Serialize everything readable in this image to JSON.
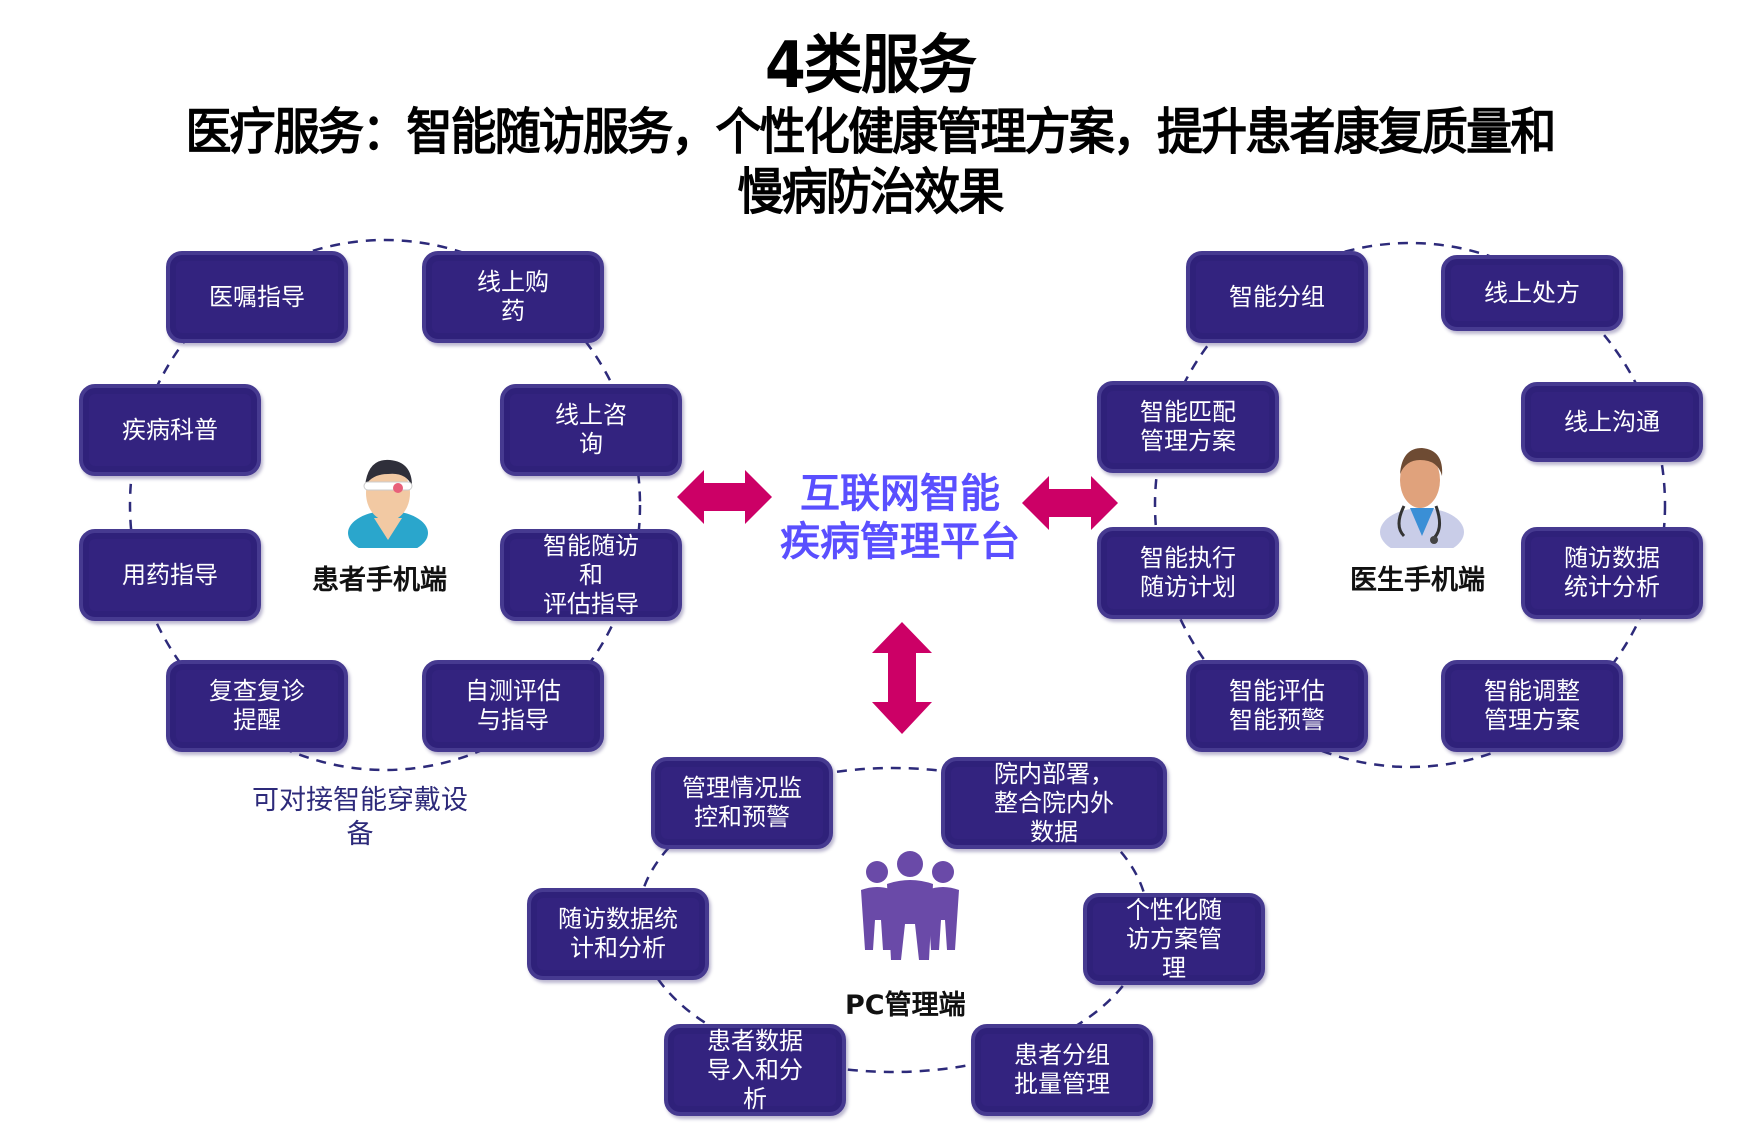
{
  "title": {
    "main": "4类服务",
    "subtitle_line1": "医疗服务：智能随访服务，个性化健康管理方案，提升患者康复质量和",
    "subtitle_line2": "慢病防治效果"
  },
  "center": {
    "label": "互联网智能\n疾病管理平台",
    "color": "#5a4fff",
    "arrow_color": "#cc0066"
  },
  "colors": {
    "box_fill": "#33237f",
    "box_border": "#463a90",
    "ring_dash": "#2d2a7a"
  },
  "patient": {
    "hub_label": "患者手机端",
    "icon": "patient-icon",
    "note": "可对接智能穿戴设\n备",
    "items": [
      {
        "label": "医嘱指导"
      },
      {
        "label": "线上购\n药"
      },
      {
        "label": "疾病科普"
      },
      {
        "label": "线上咨\n询"
      },
      {
        "label": "用药指导"
      },
      {
        "label": "智能随访\n和\n评估指导"
      },
      {
        "label": "复查复诊\n提醒"
      },
      {
        "label": "自测评估\n与指导"
      }
    ]
  },
  "doctor": {
    "hub_label": "医生手机端",
    "icon": "doctor-icon",
    "items": [
      {
        "label": "智能分组"
      },
      {
        "label": "线上处方"
      },
      {
        "label": "智能匹配\n管理方案"
      },
      {
        "label": "线上沟通"
      },
      {
        "label": "智能执行\n随访计划"
      },
      {
        "label": "随访数据\n统计分析"
      },
      {
        "label": "智能评估\n智能预警"
      },
      {
        "label": "智能调整\n管理方案"
      }
    ]
  },
  "pc": {
    "hub_label": "PC管理端",
    "icon": "admin-group-icon",
    "items": [
      {
        "label": "管理情况监\n控和预警"
      },
      {
        "label": "院内部署，\n整合院内外\n数据"
      },
      {
        "label": "随访数据统\n计和分析"
      },
      {
        "label": "个性化随\n访方案管\n理"
      },
      {
        "label": "患者数据\n导入和分\n析"
      },
      {
        "label": "患者分组\n批量管理"
      }
    ]
  }
}
